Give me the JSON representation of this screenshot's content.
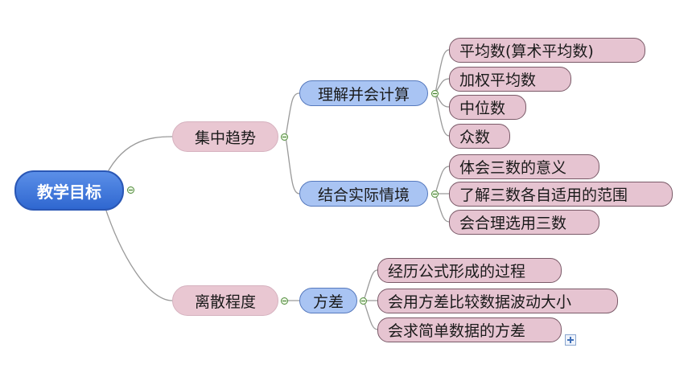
{
  "root": {
    "label": "教学目标"
  },
  "branches": [
    {
      "label": "集中趋势",
      "groups": [
        {
          "label": "理解并会计算",
          "items": [
            "平均数(算术平均数)",
            "加权平均数",
            "中位数",
            "众数"
          ]
        },
        {
          "label": "结合实际情境",
          "items": [
            "体会三数的意义",
            "了解三数各自适用的范围",
            "会合理选用三数"
          ]
        }
      ]
    },
    {
      "label": "离散程度",
      "groups": [
        {
          "label": "方差",
          "items": [
            "经历公式形成的过程",
            "会用方差比较数据波动大小",
            "会求简单数据的方差"
          ]
        }
      ]
    }
  ],
  "icons": {
    "collapse": "collapse-minus-icon",
    "expand": "expand-plus-icon"
  },
  "colors": {
    "root": "#3b72d9",
    "branch": "#e9c7d2",
    "group": "#a9c4f3",
    "leaf": "#e6c4d1",
    "connector": "#9a9a9a"
  }
}
